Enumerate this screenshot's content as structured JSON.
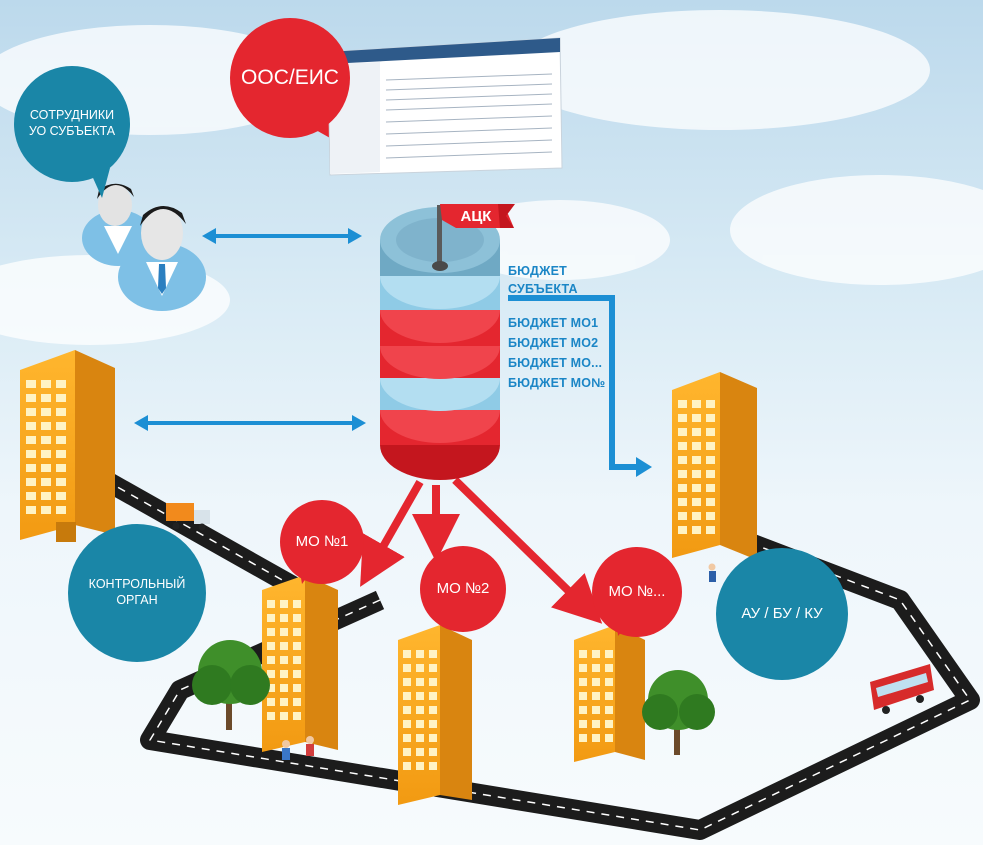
{
  "bubbles": {
    "oos_eis": "ООС/ЕИС",
    "staff": "СОТРУДНИКИ\nУО СУБЪЕКТА",
    "control": "КОНТРОЛЬНЫЙ\nОРГАН",
    "mo1": "МО №1",
    "mo2": "МО №2",
    "mo_n": "МО №...",
    "au_bu_ku": "АУ / БУ / КУ"
  },
  "flag_label": "АЦК",
  "budgets": {
    "subject": "БЮДЖЕТ\nСУБЪЕКТА",
    "mo01": "БЮДЖЕТ МО1",
    "mo02": "БЮДЖЕТ МО2",
    "mo_dots": "БЮДЖЕТ МО...",
    "mo_n": "БЮДЖЕТ МО№"
  },
  "colors": {
    "red": "#e4262f",
    "teal": "#1a86a7",
    "blue_arrow": "#1c8fd4",
    "db_blue": "#8fcbe6",
    "building": "#f6a51e",
    "road": "#1c1c1c"
  },
  "icons": [
    "person-icon",
    "building-icon",
    "tree-icon",
    "truck-icon",
    "bus-icon",
    "database-icon",
    "flag-icon",
    "screenshot-thumbnail"
  ]
}
